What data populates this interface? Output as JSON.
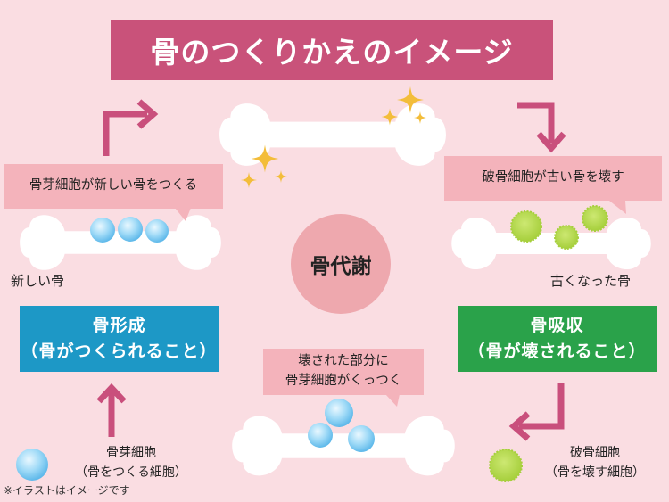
{
  "title": "骨のつくりかえのイメージ",
  "center": "骨代謝",
  "bubbles": {
    "osteoblast_action": "骨芽細胞が新しい骨をつくる",
    "osteoclast_action": "破骨細胞が古い骨を壊す",
    "repair_line1": "壊された部分に",
    "repair_line2": "骨芽細胞がくっつく"
  },
  "labels": {
    "new_bone": "新しい骨",
    "old_bone": "古くなった骨"
  },
  "boxes": {
    "formation": {
      "title": "骨形成",
      "sub": "（骨がつくられること）",
      "color": "#1d98c6"
    },
    "resorption": {
      "title": "骨吸収",
      "sub": "（骨が壊されること）",
      "color": "#2aa24a"
    }
  },
  "legend": {
    "osteoblast_line1": "骨芽細胞",
    "osteoblast_line2": "（骨をつくる細胞）",
    "osteoclast_line1": "破骨細胞",
    "osteoclast_line2": "（骨を壊す細胞）"
  },
  "footnote": "※イラストはイメージです",
  "colors": {
    "background": "#fadde2",
    "title_bg": "#c9527a",
    "bubble_bg": "#f4b3bb",
    "center_bg": "#eea8ae",
    "arrow": "#c94f7c",
    "sparkle": "#f3bd3a",
    "osteoblast": "#8fd3f5",
    "osteoclast": "#b5d94a",
    "bone": "#ffffff"
  }
}
